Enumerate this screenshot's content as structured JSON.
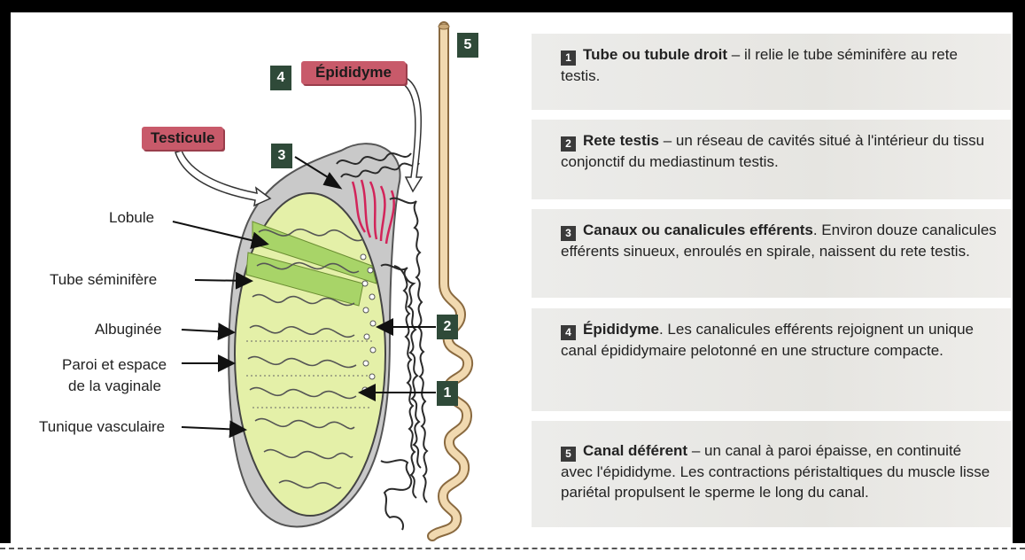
{
  "labels": {
    "lobule": "Lobule",
    "tube_seminifere": "Tube séminifère",
    "albuginee": "Albuginée",
    "paroi_line1": "Paroi et espace",
    "paroi_line2": "de la vaginale",
    "tunique": "Tunique vasculaire"
  },
  "tags": {
    "testicule": "Testicule",
    "epididyme": "Épididyme"
  },
  "markers": {
    "m1": "1",
    "m2": "2",
    "m3": "3",
    "m4": "4",
    "m5": "5"
  },
  "panels": [
    {
      "num": "1",
      "title": "Tube ou tubule droit",
      "text": " – il relie le tube séminifère au rete testis."
    },
    {
      "num": "2",
      "title": "Rete testis",
      "text": " – un réseau de cavités situé à l'intérieur du tissu conjonctif du mediastinum testis."
    },
    {
      "num": "3",
      "title": "Canaux ou canalicules efférents",
      "text": ". Environ douze canalicules efférents sinueux, enroulés en spirale, naissent du rete testis."
    },
    {
      "num": "4",
      "title": "Épididyme",
      "text": ". Les canalicules efférents rejoignent un unique canal épididymaire pelotonné en une structure compacte."
    },
    {
      "num": "5",
      "title": "Canal déférent",
      "text": " – un canal à paroi épaisse, en continuité avec l'épididyme. Les contractions péristaltiques du muscle lisse pariétal propulsent le sperme le long du canal."
    }
  ],
  "colors": {
    "tag": "#c85a6a",
    "marker": "#2f4a39",
    "testis_fill": "#e4f0a8",
    "lobule_fill": "#a8d468",
    "efferent": "#d2245a",
    "vas": "#f1d9b0"
  }
}
